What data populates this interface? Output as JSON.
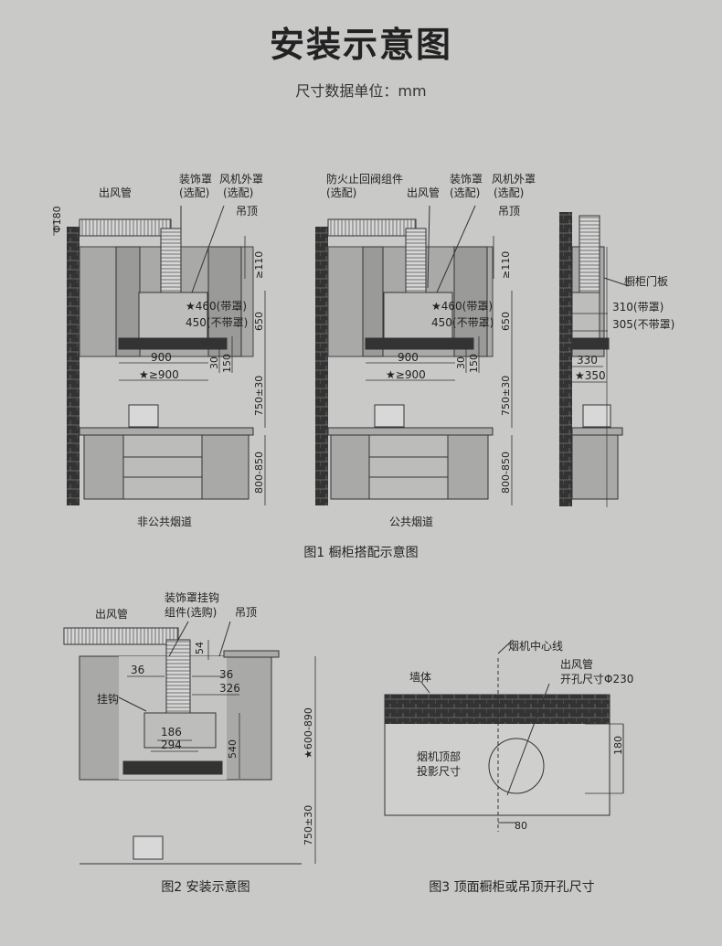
{
  "header": {
    "title": "安装示意图",
    "subtitle": "尺寸数据单位：mm"
  },
  "fig1": {
    "caption": "图1 橱柜搭配示意图",
    "left_label": "非公共烟道",
    "middle_label": "公共烟道",
    "labels": {
      "outlet_pipe": "出风管",
      "deco_cover": "装饰罩",
      "optional": "(选配)",
      "fan_cover": "风机外罩",
      "ceiling": "吊顶",
      "fire_valve": "防火止回阀组件",
      "cabinet_door": "橱柜门板",
      "phi180": "Φ180",
      "ge110": "≥110",
      "d460": "★460(带罩)",
      "d450": "450(不带罩)",
      "d650": "650",
      "d900": "900",
      "d900s": "★≥900",
      "d30": "30",
      "d150": "150",
      "d750": "750±30",
      "d800": "800-850",
      "d310": "310(带罩)",
      "d305": "305(不带罩)",
      "d330": "330",
      "d350": "★350"
    }
  },
  "fig2": {
    "caption": "图2 安装示意图",
    "labels": {
      "outlet_pipe": "出风管",
      "hook_assembly": "装饰罩挂钩",
      "hook_assembly2": "组件(选购)",
      "ceiling": "吊顶",
      "hook": "挂钩",
      "d36a": "36",
      "d36b": "36",
      "d54": "54",
      "d326": "326",
      "d186": "186",
      "d294": "294",
      "d540": "540",
      "d600": "★600-890",
      "d750": "750±30"
    }
  },
  "fig3": {
    "caption": "图3 顶面橱柜或吊顶开孔尺寸",
    "labels": {
      "center_line": "烟机中心线",
      "outlet_pipe": "出风管",
      "hole_size": "开孔尺寸Φ230",
      "wall": "墙体",
      "projection": "烟机顶部",
      "projection2": "投影尺寸",
      "d180": "180",
      "d80": "80"
    }
  },
  "colors": {
    "background": "#c9c9c8",
    "line": "#333333",
    "wall": "#333333",
    "cabinet": "#a9a9a8",
    "pipe": "#cfcfcf"
  }
}
